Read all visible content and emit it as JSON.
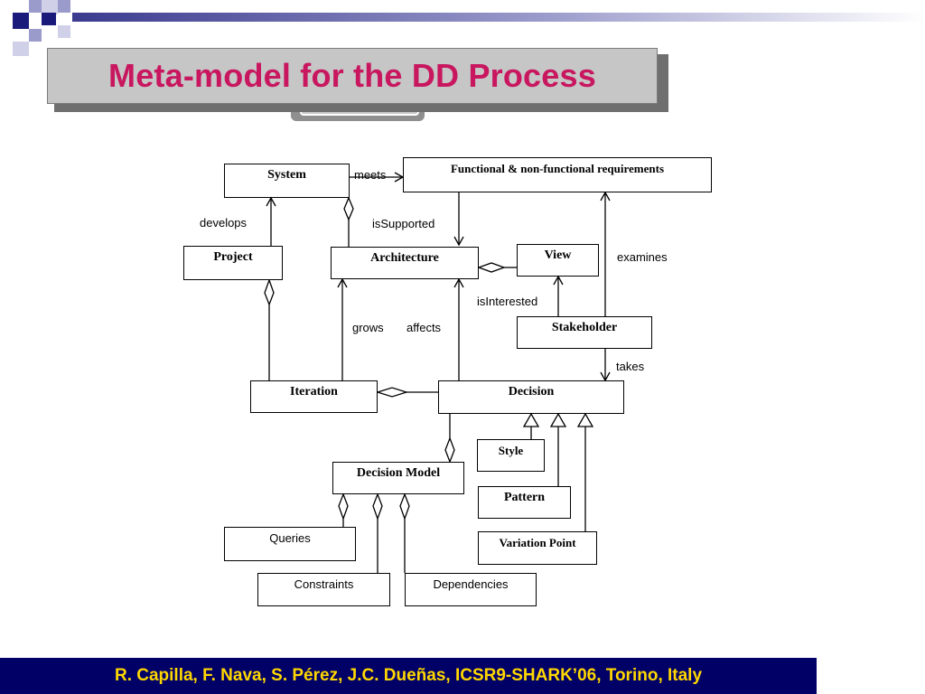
{
  "slide": {
    "title": "Meta-model for the DD Process",
    "footer": "R. Capilla, F. Nava, S. Pérez, J.C. Dueñas, ICSR9-SHARK’06, Torino, Italy"
  },
  "colors": {
    "title": "#c8165f",
    "footer_bg": "#000066",
    "footer_text": "#ffd700",
    "decor_dark": "#1a1a7a",
    "decor_light": "#9a9acb"
  },
  "diagram": {
    "classes": {
      "system": "System",
      "requirements": "Functional & non-functional requirements",
      "project": "Project",
      "architecture": "Architecture",
      "view": "View",
      "stakeholder": "Stakeholder",
      "iteration": "Iteration",
      "decision": "Decision",
      "decision_model": "Decision Model",
      "style": "Style",
      "pattern": "Pattern",
      "variation_point": "Variation Point",
      "queries": "Queries",
      "constraints": "Constraints",
      "dependencies": "Dependencies"
    },
    "associations": {
      "meets": "meets",
      "develops": "develops",
      "is_supported": "isSupported",
      "examines": "examines",
      "is_interested": "isInterested",
      "grows": "grows",
      "affects": "affects",
      "takes": "takes"
    }
  }
}
